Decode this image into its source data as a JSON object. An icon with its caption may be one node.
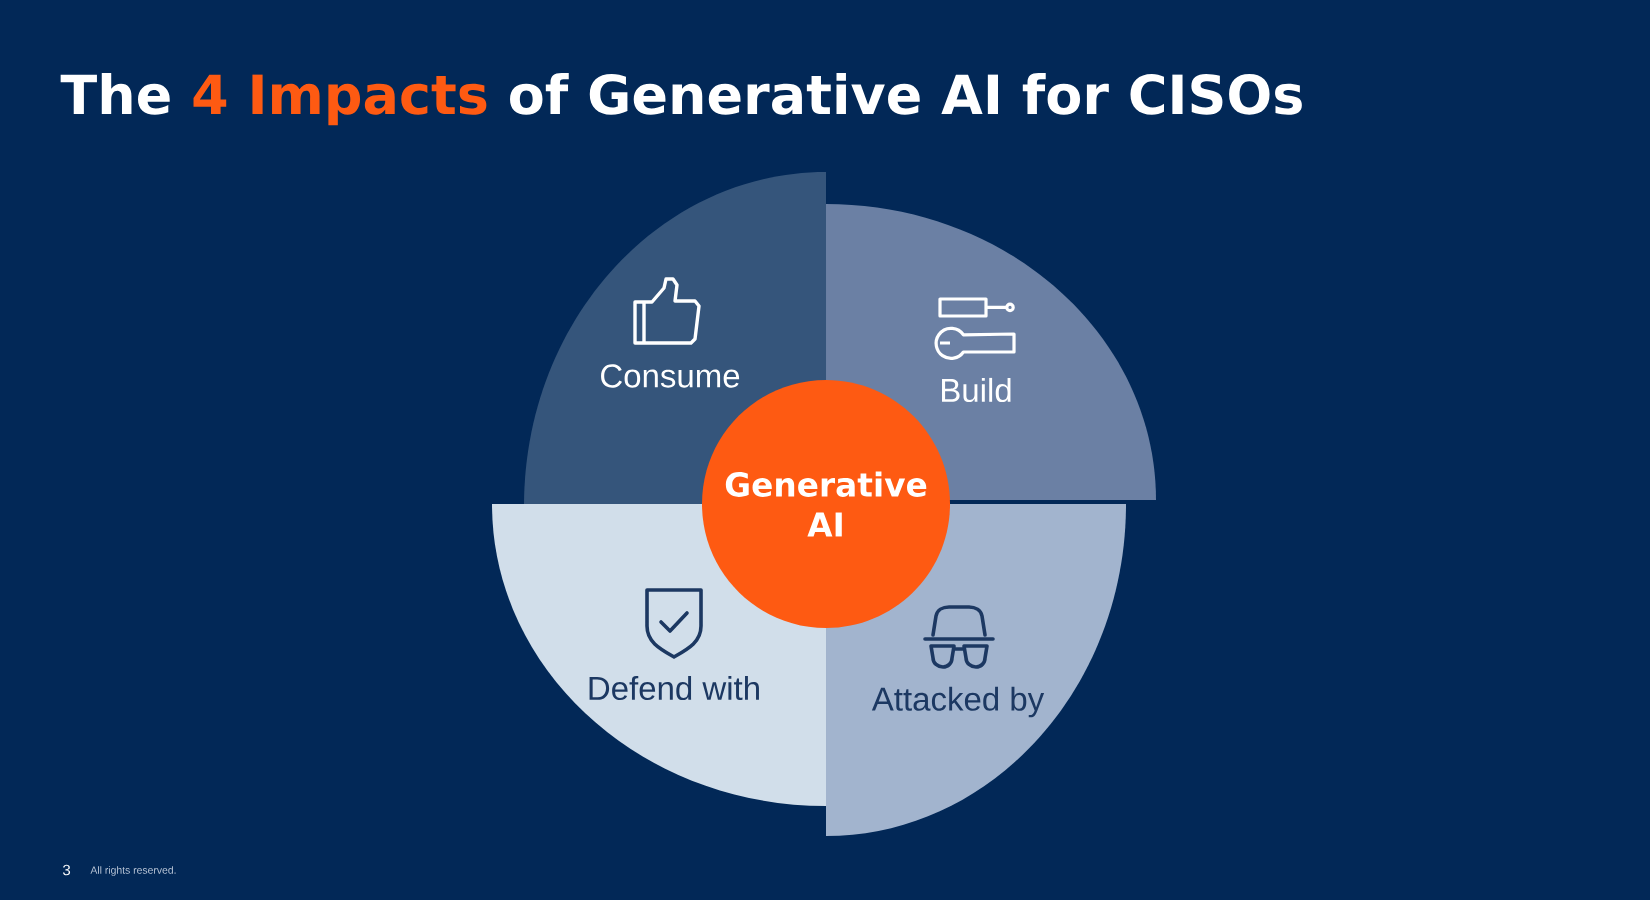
{
  "diagram": {
    "title": "The **4 Impacts** of Generative AI for CISOs",
    "nodes": [
      {
        "text": [
          "Consume"
        ]
      },
      {
        "text": [
          "Build"
        ]
      },
      {
        "text": [
          "Generative AI"
        ]
      },
      {
        "text": [
          "Defend with"
        ]
      },
      {
        "text": [
          "Attacked by"
        ]
      }
    ],
    "labels": [
      "3",
      "All rights reserved."
    ]
  }
}
